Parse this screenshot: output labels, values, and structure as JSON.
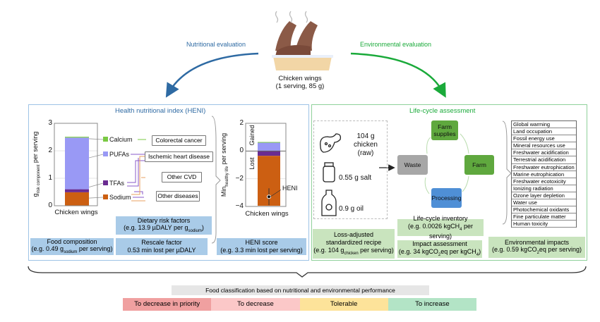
{
  "top": {
    "food_label": "Chicken wings",
    "food_serving": "(1 serving, 85 g)",
    "nutritional": "Nutritional evaluation",
    "environmental": "Environmental evaluation"
  },
  "colors": {
    "blue": "#2e6aa3",
    "green": "#1aaa3a",
    "sodium": "#cc5f12",
    "tfa": "#6a2c91",
    "pufa": "#9999f5",
    "calcium": "#7ac943"
  },
  "heni": {
    "title": "Health nutritional index (HENI)",
    "chart1": {
      "type": "bar",
      "ylabel": "g",
      "ylabel_sub": "risk component",
      "ylabel_tail": " per serving",
      "yticks": [
        "3",
        "2",
        "1",
        "0"
      ],
      "ylim": [
        0,
        3
      ],
      "category": "Chicken wings",
      "segments": [
        {
          "name": "Sodium",
          "value": 0.49
        },
        {
          "name": "TFAs",
          "value": 0.11
        },
        {
          "name": "PUFAs",
          "value": 1.88
        },
        {
          "name": "Calcium",
          "value": 0.03
        }
      ]
    },
    "diseases": [
      "Colorectal cancer",
      "Ischemic heart disease",
      "Other CVD",
      "Other diseases"
    ],
    "chart2": {
      "type": "bar",
      "ylabel": "Min",
      "ylabel_sub": "healthy life",
      "ylabel_tail": " per serving",
      "yticks": [
        "2",
        "0",
        "−2",
        "−4"
      ],
      "ylim": [
        -4,
        2
      ],
      "gained": "Gained",
      "lost": "Lost",
      "category": "Chicken wings",
      "heni_label": "HENI",
      "heni_value": -3.3,
      "positive": [
        {
          "name": "PUFAs",
          "value": 0.6
        },
        {
          "name": "Calcium",
          "value": 0.05
        }
      ],
      "negative": [
        {
          "name": "TFAs",
          "value": -0.35
        },
        {
          "name": "Sodium",
          "value": -3.6
        }
      ]
    },
    "boxes": {
      "dietary_title": "Dietary risk factors",
      "dietary_ex": "(e.g. 13.9 µDALY per g",
      "dietary_sub": "sodium",
      "food_title": "Food  composition",
      "food_ex": "(e.g. 0.49 g",
      "food_sub": "sodium",
      "food_tail": " per serving)",
      "rescale_title": "Rescale factor",
      "rescale_ex": "0.53 min lost per µDALY",
      "score_title": "HENI score",
      "score_ex": "(e.g. 3.3 min lost per serving)"
    }
  },
  "lca": {
    "title": "Life-cycle assessment",
    "recipe": [
      "104 g",
      "chicken",
      "(raw)",
      "0.55 g salt",
      "0.9 g oil"
    ],
    "nodes": {
      "supplies": "Farm supplies",
      "farm": "Farm",
      "processing": "Processing",
      "waste": "Waste"
    },
    "impacts": [
      "Global warming",
      "Land occupation",
      "Fossil energy use",
      "Mineral resources use",
      "Freshwater acidification",
      "Terrestrial acidification",
      "Freshwater eutrophication",
      "Marine eutrophication",
      "Freshwater ecotoxicity",
      "Ionizing radiation",
      "Ozone layer depletion",
      "Water use",
      "Photochemical oxidants",
      "Fine particulate matter",
      "Human toxicity"
    ],
    "boxes": {
      "recipe_l1": "Loss-adjusted",
      "recipe_l2": "standardized recipe",
      "recipe_ex": "(e.g. 104 g",
      "recipe_sub": "chicken",
      "recipe_tail": " per serving)",
      "inv_title": "Life-cycle inventory",
      "inv_ex": "(e.g. 0.0026 kgCH",
      "inv_sub": "4",
      "inv_tail": " per serving)",
      "ia_title": "Impact assessment",
      "ia_ex": "(e.g. 34 kgCO",
      "ia_sub": "2",
      "ia_tail": "eq per kgCH",
      "ia_sub2": "4",
      "ia_end": ")",
      "env_title": "Environmental impacts",
      "env_ex": "(e.g. 0.59 kgCO",
      "env_sub": "2",
      "env_tail": "eq per serving)"
    }
  },
  "classification": {
    "title": "Food classification based on nutritional and environmental performance",
    "categories": [
      {
        "label": "To decrease in priority",
        "color": "#f0a0a0"
      },
      {
        "label": "To decrease",
        "color": "#fbc8c8"
      },
      {
        "label": "Tolerable",
        "color": "#fde39a"
      },
      {
        "label": "To increase",
        "color": "#b3e4c6"
      }
    ]
  }
}
